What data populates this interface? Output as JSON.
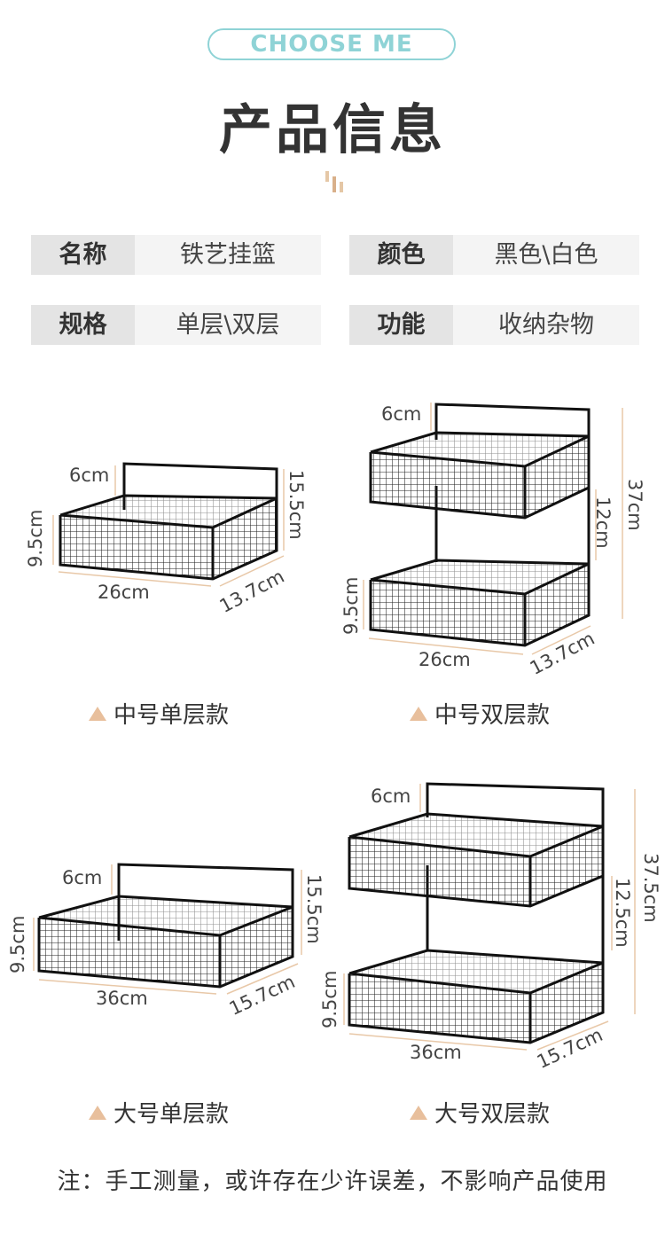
{
  "header": {
    "badge": "CHOOSE ME",
    "title": "产品信息"
  },
  "specs": [
    {
      "key": "名称",
      "value": "铁艺挂篮"
    },
    {
      "key": "颜色",
      "value": "黑色\\白色"
    },
    {
      "key": "规格",
      "value": "单层\\双层"
    },
    {
      "key": "功能",
      "value": "收纳杂物"
    }
  ],
  "models": {
    "medium_single": {
      "caption": "中号单层款",
      "hook": "6cm",
      "height": "9.5cm",
      "total_height": "15.5cm",
      "width": "26cm",
      "depth": "13.7cm"
    },
    "medium_double": {
      "caption": "中号双层款",
      "hook": "6cm",
      "gap": "12cm",
      "total_height": "37cm",
      "height": "9.5cm",
      "width": "26cm",
      "depth": "13.7cm"
    },
    "large_single": {
      "caption": "大号单层款",
      "hook": "6cm",
      "height": "9.5cm",
      "total_height": "15.5cm",
      "width": "36cm",
      "depth": "15.7cm"
    },
    "large_double": {
      "caption": "大号双层款",
      "hook": "6cm",
      "gap": "12.5cm",
      "total_height": "37.5cm",
      "height": "9.5cm",
      "width": "36cm",
      "depth": "15.7cm"
    }
  },
  "note": "注：手工测量，或许存在少许误差，不影响产品使用",
  "colors": {
    "accent": "#8fd3d6",
    "dim_line": "#e8c8a8",
    "triangle": "#e8bf9c"
  }
}
